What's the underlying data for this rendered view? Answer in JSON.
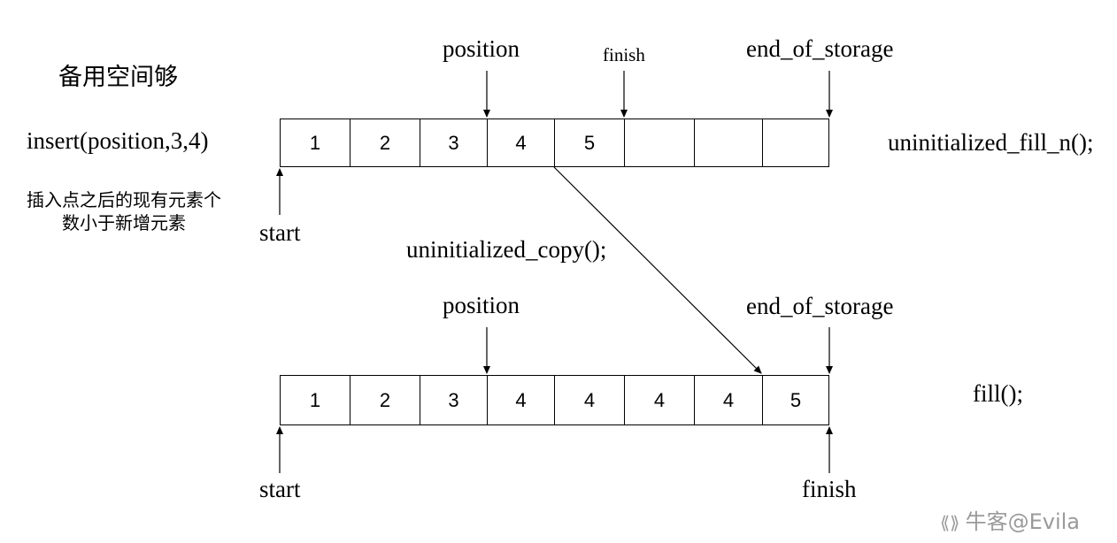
{
  "title": "备用空间够",
  "call": "insert(position,3,4)",
  "condition_text": "插入点之后的现有元素个数小于新增元素",
  "top_array": {
    "cells": [
      "1",
      "2",
      "3",
      "4",
      "5",
      "",
      "",
      ""
    ],
    "pointers": {
      "position": "position",
      "finish": "finish",
      "end_of_storage": "end_of_storage",
      "start": "start"
    },
    "op_label": "uninitialized_fill_n();"
  },
  "middle_op_label": "uninitialized_copy();",
  "bottom_array": {
    "cells": [
      "1",
      "2",
      "3",
      "4",
      "4",
      "4",
      "4",
      "5"
    ],
    "pointers": {
      "position": "position",
      "end_of_storage": "end_of_storage",
      "start": "start",
      "finish": "finish"
    },
    "op_label": "fill();"
  },
  "watermark": "牛客@Evila"
}
